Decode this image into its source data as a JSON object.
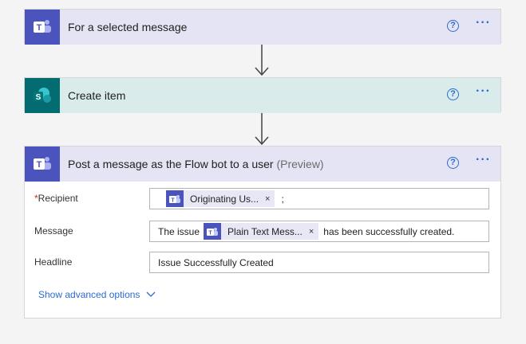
{
  "cards": [
    {
      "title": "For a selected message",
      "suffix": "",
      "help": "?",
      "more": "···",
      "color": "#e4e4f4",
      "icon_color": "#4b53bc",
      "icon": "teams-icon"
    },
    {
      "title": "Create item",
      "suffix": "",
      "help": "?",
      "more": "···",
      "color": "#d9eceb",
      "icon_color": "#036c70",
      "icon": "sharepoint-icon"
    },
    {
      "title": "Post a message as the Flow bot to a user",
      "suffix": "(Preview)",
      "help": "?",
      "more": "···",
      "color": "#e4e4f4",
      "icon_color": "#4b53bc",
      "icon": "teams-icon"
    }
  ],
  "form": {
    "recipient": {
      "required_mark": "*",
      "label": "Recipient",
      "token": "Originating Us...",
      "token_close": "×",
      "after": ";"
    },
    "message": {
      "label": "Message",
      "before": "The issue",
      "token": "Plain Text Mess...",
      "token_close": "×",
      "after": "has been successfully created."
    },
    "headline": {
      "label": "Headline",
      "value": "Issue Successfully Created"
    },
    "advanced": "Show advanced options"
  }
}
